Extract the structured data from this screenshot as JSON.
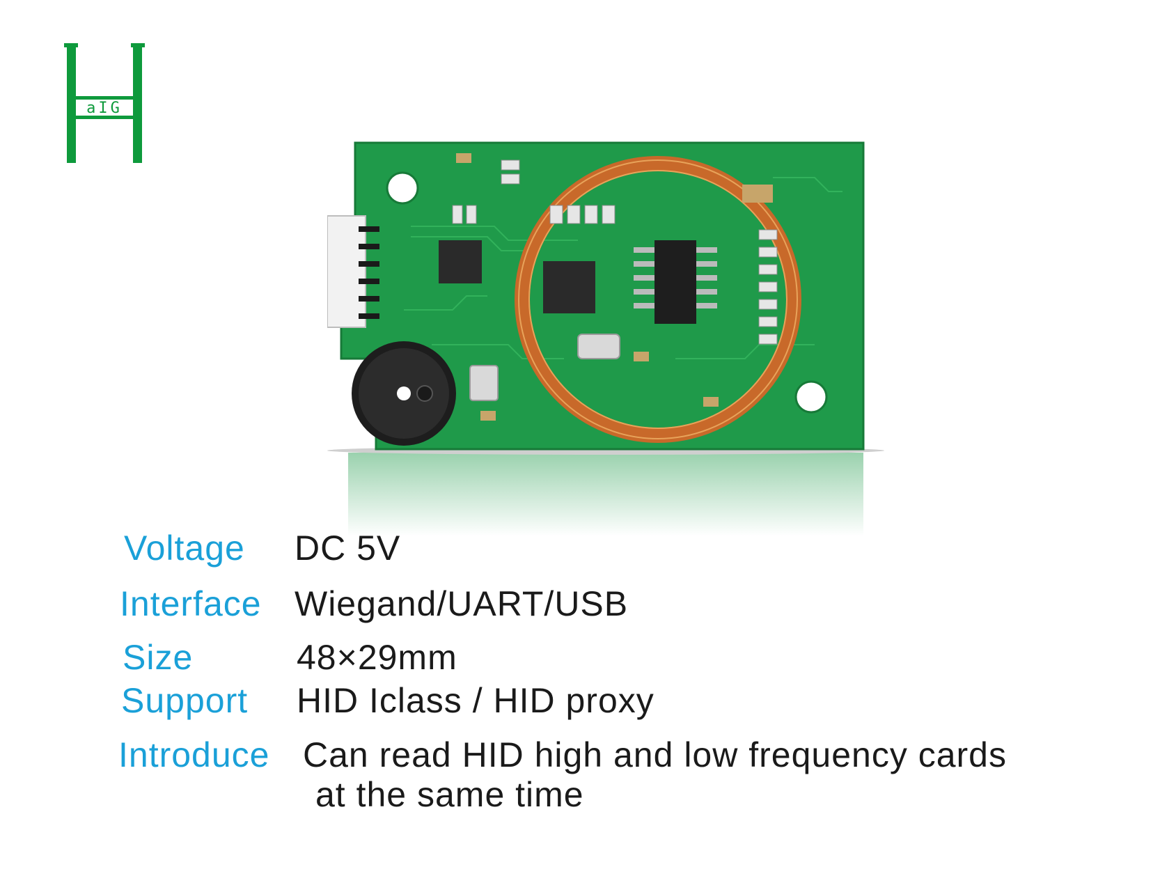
{
  "logo": {
    "text": "aIG",
    "color": "#0e9a3c"
  },
  "specs": {
    "voltage": {
      "label": "Voltage",
      "value": "DC 5V"
    },
    "interface": {
      "label": "Interface",
      "value": "Wiegand/UART/USB"
    },
    "size": {
      "label": "Size",
      "value": "48×29mm"
    },
    "support": {
      "label": "Support",
      "value": "HID Iclass / HID proxy"
    },
    "introduce": {
      "label": "Introduce",
      "value_line1": "Can read HID high and low frequency cards",
      "value_line2": "at the same time"
    }
  },
  "colors": {
    "label": "#1aa0d8",
    "value": "#1a1a1a",
    "pcb": "#1f9a4a",
    "coil": "#c8692a"
  }
}
